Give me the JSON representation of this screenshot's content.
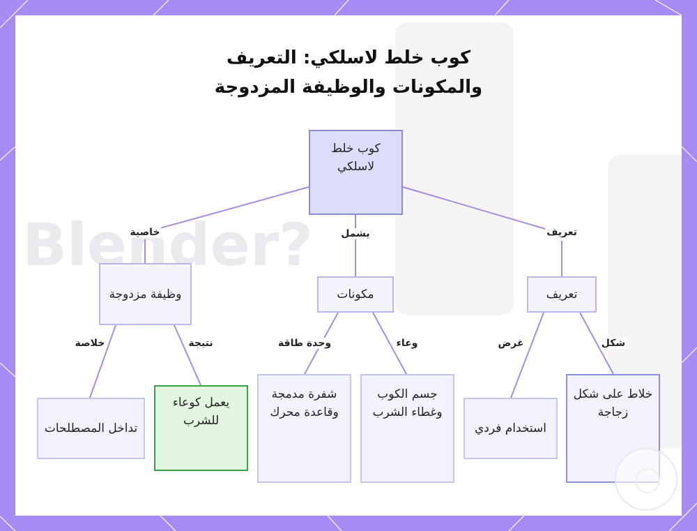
{
  "title": {
    "line1": "كوب خلط لاسلكي: التعريف",
    "line2": "والمكونات والوظيفة المزدوجة"
  },
  "background_text": {
    "big": "Blender?"
  },
  "nodes": {
    "root": "كوب خلط لاسلكي",
    "definition": "تعريف",
    "components": "مكونات",
    "dual_function": "وظيفة مزدوجة",
    "shape_leaf": "خلاط على شكل زجاجة",
    "purpose_leaf": "استخدام فردي",
    "container_leaf": "جسم الكوب وغطاء الشرب",
    "power_leaf": "شفرة مدمجة وقاعدة محرك",
    "result_leaf": "يعمل كوعاء للشرب",
    "summary_leaf": "تداخل المصطلحات"
  },
  "edge_labels": {
    "definition": "تعريف",
    "includes": "يشمل",
    "property": "خاصية",
    "shape": "شكل",
    "purpose": "غرض",
    "container": "وعاء",
    "power_unit": "وحدة طاقة",
    "result": "نتيجة",
    "summary": "خلاصة"
  },
  "colors": {
    "frame": "#a78bf5",
    "edge": "#a78be0",
    "root_fill": "#dcdcfb",
    "node_fill": "#f0f1fd",
    "green_border": "#3aa345",
    "green_fill": "#e2f5de"
  }
}
